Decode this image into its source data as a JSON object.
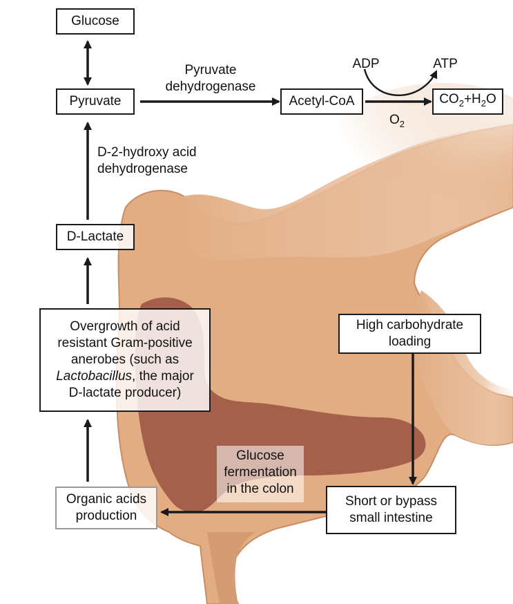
{
  "nodes": {
    "glucose": "Glucose",
    "pyruvate": "Pyruvate",
    "acetyl_coa": "Acetyl-CoA",
    "co2_h2o": {
      "co": "CO",
      "sub2": "2",
      "plus_h": "+H",
      "sub2b": "2",
      "o": "O"
    },
    "d_lactate": {
      "prefix": "D",
      "text": "-Lactate"
    },
    "overgrowth": {
      "line1": "Overgrowth of acid",
      "line2": "resistant Gram-positive",
      "line3": "anerobes (such as",
      "line4_italic": "Lactobacillus",
      "line4_rest": ", the major",
      "line5_prefix": "D",
      "line5_rest": "-lactate producer)"
    },
    "high_carb": {
      "line1": "High carbohydrate",
      "line2": "loading"
    },
    "short_bypass": {
      "line1": "Short or bypass",
      "line2": "small intestine"
    },
    "organic_acids": {
      "line1": "Organic acids",
      "line2": "production"
    }
  },
  "labels": {
    "pyruvate_dehydrogenase": {
      "line1": "Pyruvate",
      "line2": "dehydrogenase"
    },
    "adp": "ADP",
    "atp": "ATP",
    "o2": {
      "o": "O",
      "sub": "2"
    },
    "d2_hydroxy": {
      "prefix": "D",
      "line1_rest": "-2-hydroxy acid",
      "line2": "dehydrogenase"
    },
    "glucose_fermentation": {
      "line1": "Glucose",
      "line2": "fermentation",
      "line3": "in the colon"
    }
  },
  "colors": {
    "colon_outer": "#e2ad83",
    "colon_outer_edge": "#c98c63",
    "colon_lumen": "#a4604a",
    "arrow": "#1a1a1a"
  }
}
